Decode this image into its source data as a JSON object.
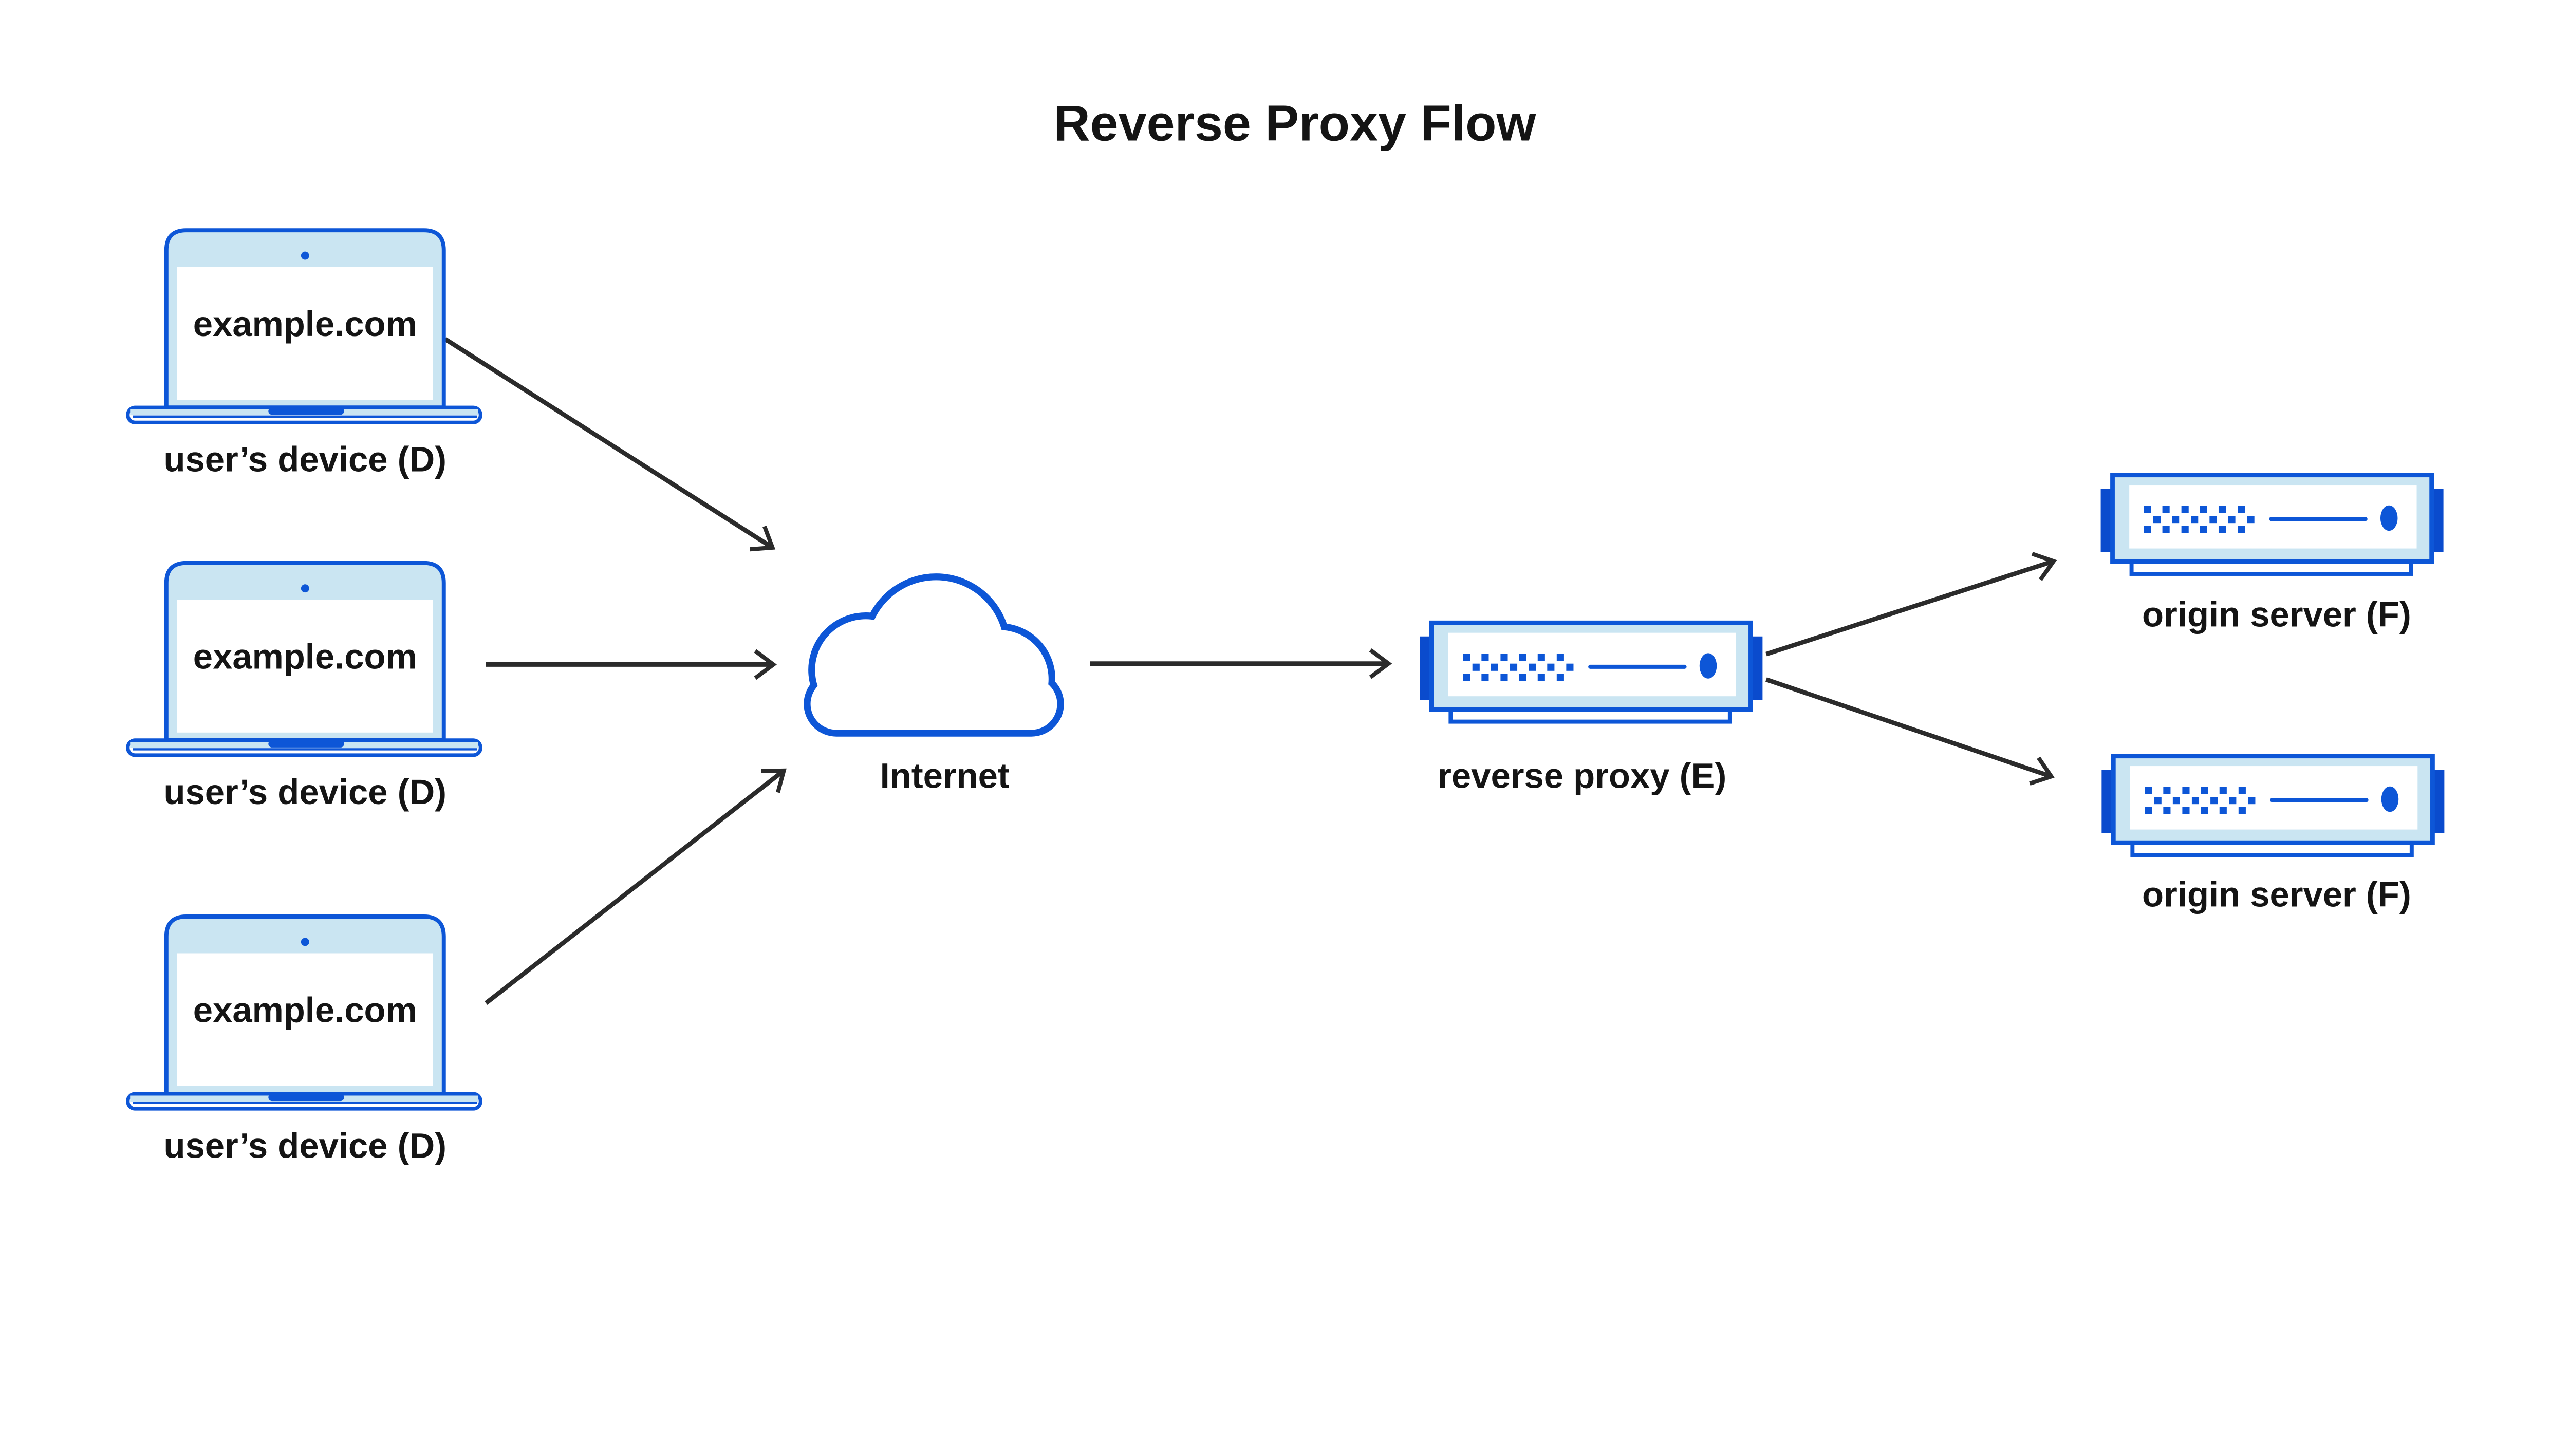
{
  "title": "Reverse Proxy Flow",
  "colors": {
    "blue": "#0d56d7",
    "blue_dark": "#0a4bcd",
    "light_blue": "#cae5f2",
    "arrow": "#2b2b2b",
    "ink": "#141414",
    "background": "#ffffff"
  },
  "devices": [
    {
      "screen_text": "example.com",
      "label": "user’s device (D)"
    },
    {
      "screen_text": "example.com",
      "label": "user’s device (D)"
    },
    {
      "screen_text": "example.com",
      "label": "user’s device (D)"
    }
  ],
  "internet": {
    "label": "Internet"
  },
  "reverse_proxy": {
    "label": "reverse proxy (E)"
  },
  "origin_servers": [
    {
      "label": "origin server (F)"
    },
    {
      "label": "origin server (F)"
    }
  ],
  "connections": [
    {
      "from": "user’s device 1",
      "to": "Internet"
    },
    {
      "from": "user’s device 2",
      "to": "Internet"
    },
    {
      "from": "user’s device 3",
      "to": "Internet"
    },
    {
      "from": "Internet",
      "to": "reverse proxy"
    },
    {
      "from": "reverse proxy",
      "to": "origin server 1"
    },
    {
      "from": "reverse proxy",
      "to": "origin server 2"
    }
  ]
}
